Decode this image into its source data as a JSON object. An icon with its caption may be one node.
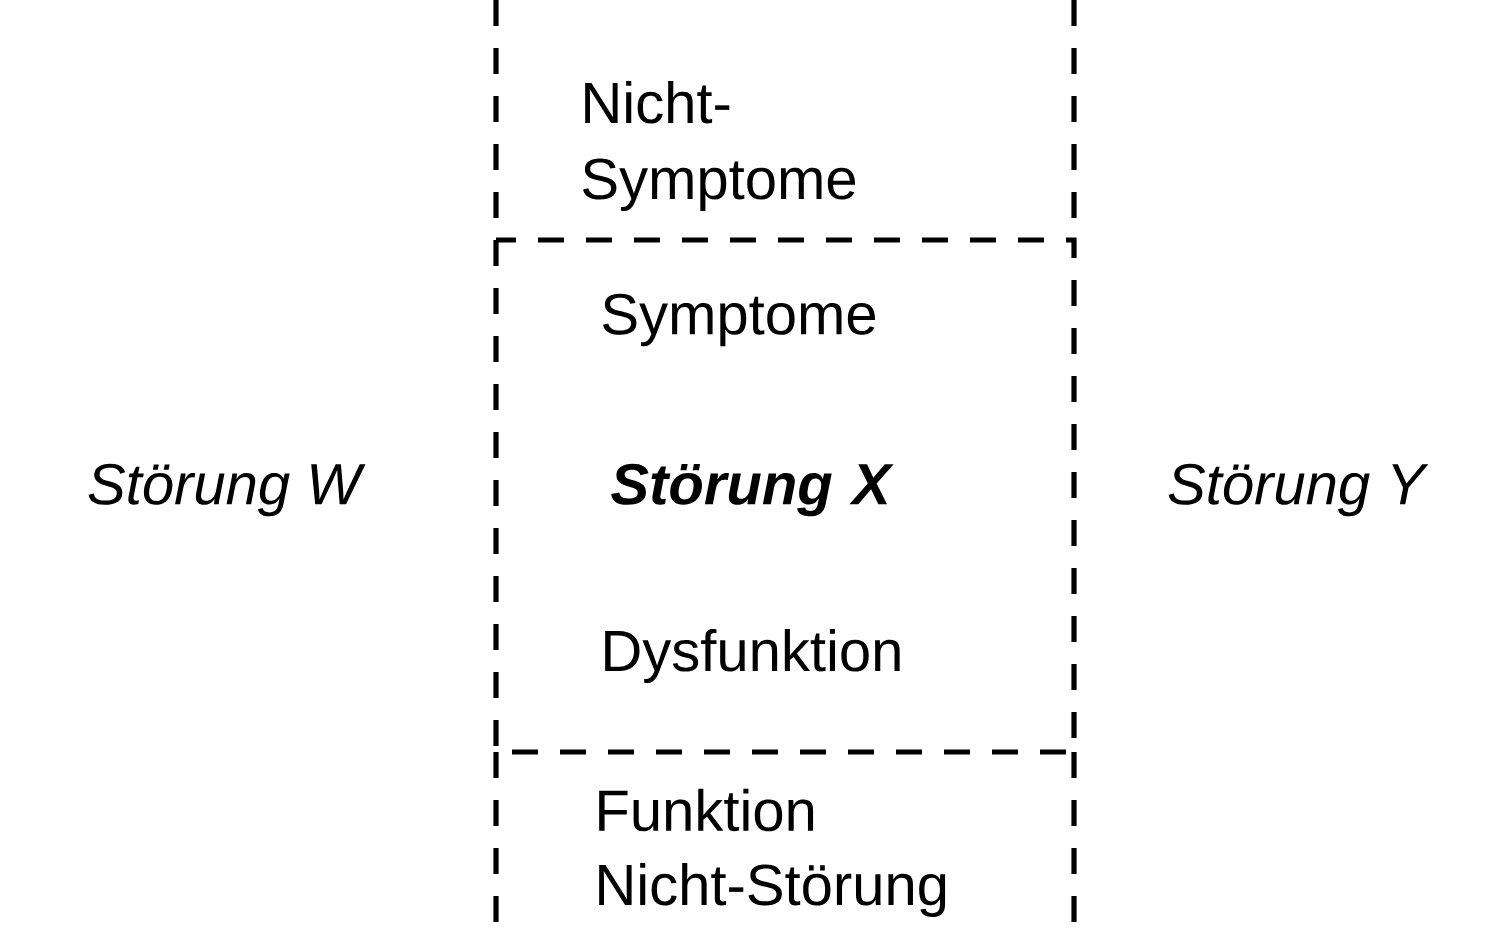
{
  "diagram": {
    "nodes": [
      {
        "text": [
          "Nicht-Symptome"
        ]
      },
      {
        "text": [
          "Symptome",
          "Störung X",
          "Dysfunktion"
        ]
      },
      {
        "text": [
          "Funktion",
          "Nicht-Störung"
        ]
      }
    ],
    "labels": [
      "Störung W",
      "Störung Y"
    ]
  }
}
